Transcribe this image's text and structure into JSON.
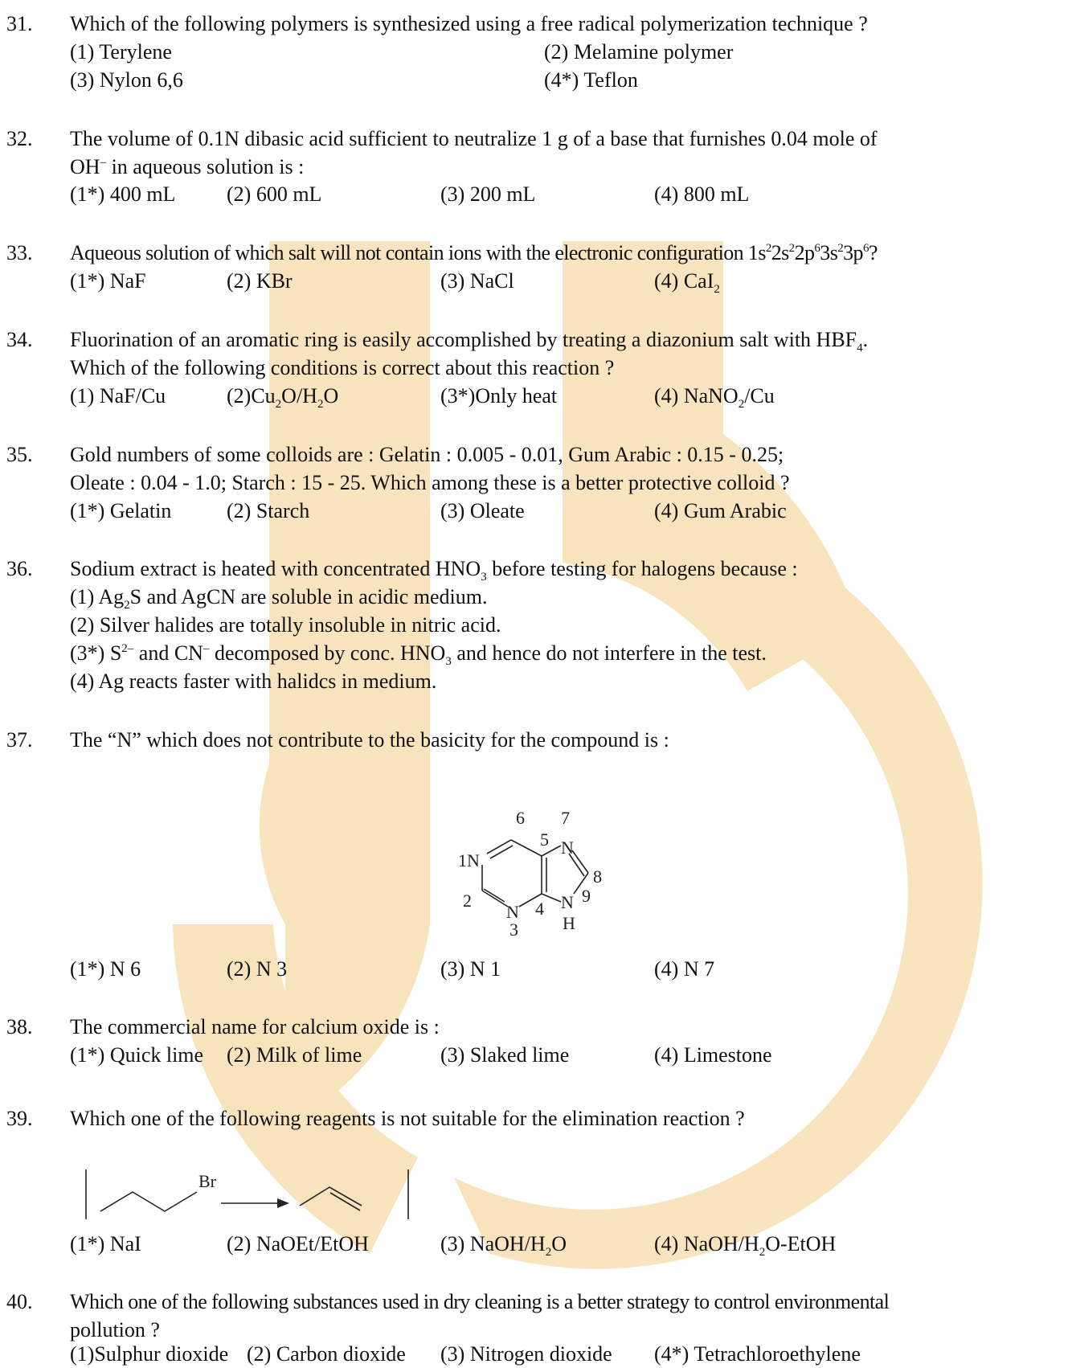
{
  "colors": {
    "watermark": "#f5dba8",
    "text": "#111111"
  },
  "questions": [
    {
      "num": "31.",
      "text": "Which of the following polymers is synthesized using a free radical polymerization technique ?",
      "options": [
        "(1) Terylene",
        "(2) Melamine polymer",
        "(3) Nylon 6,6",
        "(4*) Teflon"
      ]
    },
    {
      "num": "32.",
      "text_line1": "The volume of 0.1N dibasic acid sufficient to neutralize 1 g of a base that furnishes 0.04 mole of",
      "text_line2_a": "OH",
      "text_line2_sup": "–",
      "text_line2_b": " in aqueous solution is :",
      "options": [
        "(1*) 400 mL",
        "(2) 600 mL",
        "(3) 200 mL",
        "(4) 800 mL"
      ]
    },
    {
      "num": "33.",
      "text": "Aqueous solution of which salt will not contain ions with the electronic configuration ",
      "config": [
        "1s",
        "2",
        "2s",
        "2",
        "2p",
        "6",
        "3s",
        "2",
        "3p",
        "6",
        "?"
      ],
      "options": [
        "(1*) NaF",
        "(2) KBr",
        "(3) NaCl",
        "(4) CaI",
        "2"
      ]
    },
    {
      "num": "34.",
      "text_line1_a": "Fluorination of an aromatic ring is easily accomplished by treating a diazonium salt with HBF",
      "text_line1_sub": "4",
      "text_line1_b": ".",
      "text_line2": "Which of the following conditions is correct about this reaction ?",
      "opt1": "(1) NaF/Cu",
      "opt2": [
        "(2)Cu",
        "2",
        "O/H",
        "2",
        "O"
      ],
      "opt3": "(3*)Only heat",
      "opt4": [
        "(4) NaNO",
        "2",
        "/Cu"
      ]
    },
    {
      "num": "35.",
      "text_line1": "Gold numbers of some colloids are : Gelatin : 0.005 - 0.01, Gum Arabic : 0.15 - 0.25;",
      "text_line2": "Oleate : 0.04 - 1.0; Starch : 15 - 25. Which among these is a better protective colloid ?",
      "options": [
        "(1*) Gelatin",
        "(2) Starch",
        "(3) Oleate",
        "(4) Gum Arabic"
      ]
    },
    {
      "num": "36.",
      "text": [
        "Sodium extract is heated with concentrated HNO",
        "3",
        " before testing for halogens because :"
      ],
      "opt1": [
        "(1) Ag",
        "2",
        "S and AgCN are soluble in acidic medium."
      ],
      "opt2": "(2) Silver halides are totally insoluble in nitric acid.",
      "opt3": [
        "(3*) S",
        "2–",
        " and CN",
        "–",
        " decomposed by conc. HNO",
        "3",
        " and hence do not interfere in the test."
      ],
      "opt4": "(4) Ag reacts faster with halidcs in medium."
    },
    {
      "num": "37.",
      "text": "The “N” which does not contribute to the basicity for the compound is :",
      "structure_labels": [
        "6",
        "5",
        "7",
        "1N",
        "N",
        "8",
        "2",
        "N",
        "4",
        "N",
        "9",
        "H",
        "3"
      ],
      "options": [
        "(1*) N 6",
        "(2) N 3",
        "(3) N 1",
        "(4) N 7"
      ]
    },
    {
      "num": "38.",
      "text": "The commercial name for calcium oxide is :",
      "options": [
        "(1*) Quick lime",
        "(2) Milk of lime",
        "(3) Slaked lime",
        "(4) Limestone"
      ]
    },
    {
      "num": "39.",
      "text": "Which one of the following reagents is not suitable for the elimination reaction ?",
      "reaction_label": "Br",
      "opt1": "(1*) NaI",
      "opt2": "(2) NaOEt/EtOH",
      "opt3": [
        "(3) NaOH/H",
        "2",
        "O"
      ],
      "opt4": [
        "(4) NaOH/H",
        "2",
        "O-EtOH"
      ]
    },
    {
      "num": "40.",
      "text_line1": "Which one of the following substances used in dry cleaning is a better strategy to control environmental",
      "text_line2": "pollution ?",
      "options": [
        "(1)Sulphur dioxide",
        "(2) Carbon dioxide",
        "(3) Nitrogen dioxide",
        "(4*) Tetrachloroethylene"
      ]
    }
  ]
}
